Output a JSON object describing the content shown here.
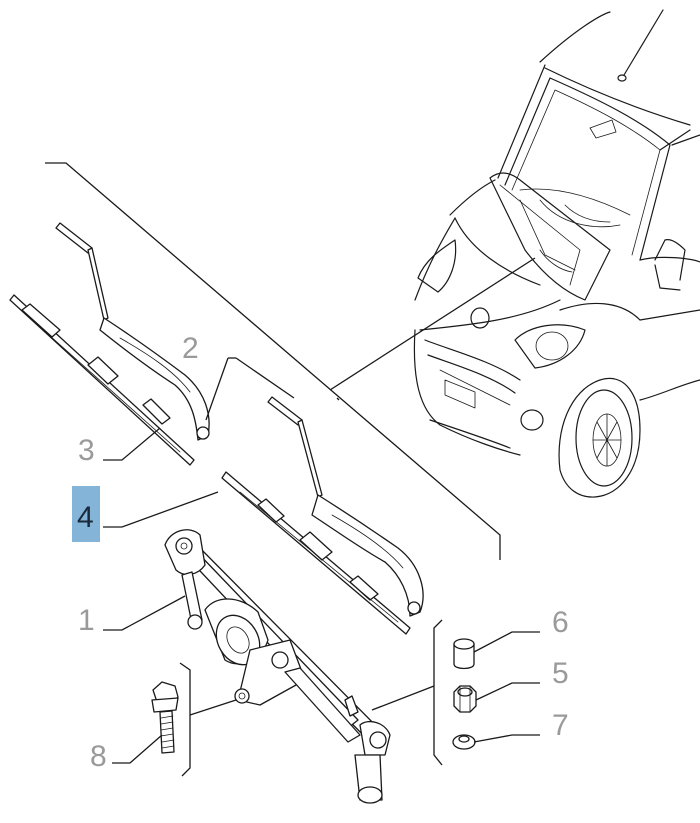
{
  "diagram": {
    "callouts": [
      {
        "id": "1",
        "label": "1",
        "active": false
      },
      {
        "id": "2",
        "label": "2",
        "active": false
      },
      {
        "id": "3",
        "label": "3",
        "active": false
      },
      {
        "id": "4",
        "label": "4",
        "active": true
      },
      {
        "id": "5",
        "label": "5",
        "active": false
      },
      {
        "id": "6",
        "label": "6",
        "active": false
      },
      {
        "id": "7",
        "label": "7",
        "active": false
      },
      {
        "id": "8",
        "label": "8",
        "active": false
      }
    ],
    "colors": {
      "highlight_fill": "#84b4d8",
      "highlight_text": "#1a2a3a",
      "callout_text": "#9a9a9a",
      "line": "#1a1a1a"
    }
  }
}
